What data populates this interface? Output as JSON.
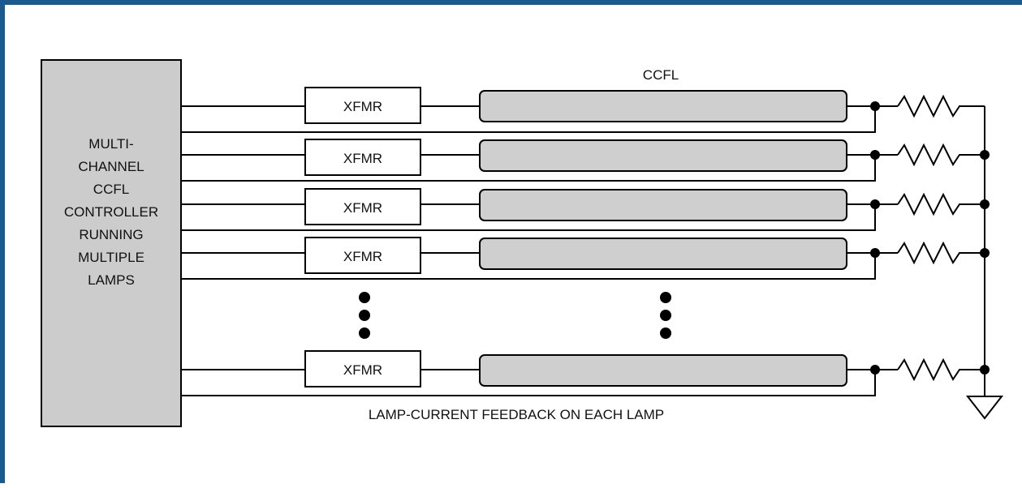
{
  "controller": {
    "lines": [
      "MULTI-",
      "CHANNEL",
      "CCFL",
      "CONTROLLER",
      "RUNNING",
      "MULTIPLE",
      "LAMPS"
    ]
  },
  "lamp_title": "CCFL",
  "transformer_label": "XFMR",
  "feedback_label": "LAMP-CURRENT FEEDBACK ON EACH LAMP",
  "channels": [
    {
      "transformer": "XFMR"
    },
    {
      "transformer": "XFMR"
    },
    {
      "transformer": "XFMR"
    },
    {
      "transformer": "XFMR"
    },
    {
      "transformer": "XFMR"
    }
  ],
  "colors": {
    "border": "#1a5a8c",
    "controller_fill": "#cccccc",
    "lamp_fill": "#cfcfcf",
    "line": "#000000"
  }
}
